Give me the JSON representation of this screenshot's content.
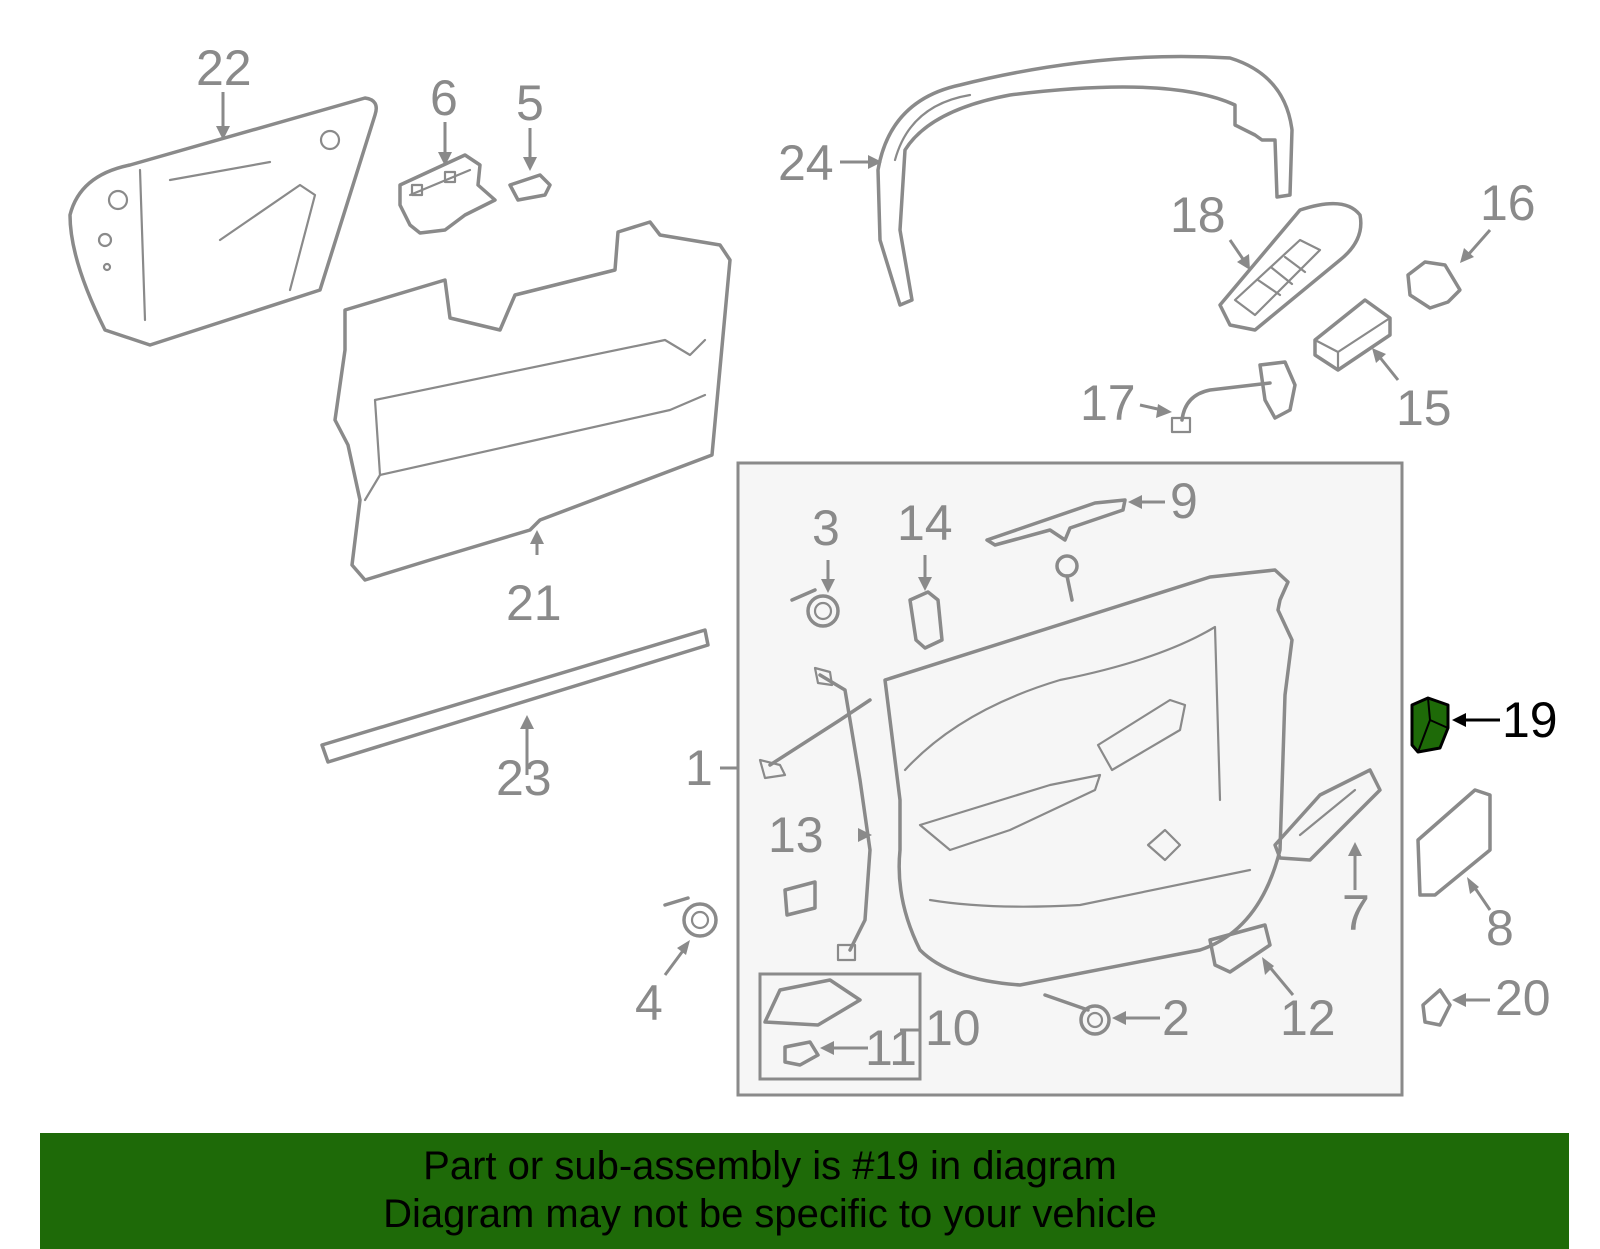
{
  "diagram": {
    "highlight_color": "#1e6a08",
    "line_color": "#8a8a8a",
    "callouts": [
      "1",
      "2",
      "3",
      "4",
      "5",
      "6",
      "7",
      "8",
      "9",
      "10",
      "11",
      "12",
      "13",
      "14",
      "15",
      "16",
      "17",
      "18",
      "19",
      "20",
      "21",
      "22",
      "23",
      "24"
    ],
    "highlighted_part": "19"
  },
  "banner": {
    "line1": "Part or sub-assembly is #19 in diagram",
    "line2": "Diagram may not be specific to your vehicle",
    "background": "#1e6a08"
  }
}
